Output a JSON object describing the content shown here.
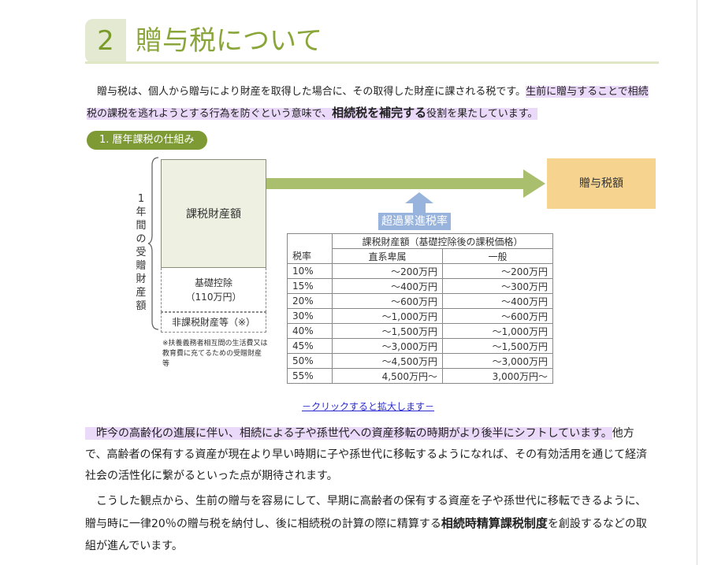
{
  "heading": {
    "number": "2",
    "title": "贈与税について"
  },
  "intro": {
    "s1": "　贈与税は、個人から贈与により財産を取得した場合に、その取得した財産に課される税です。",
    "s2": "生前に贈与することで相続税の課税を逃れようとする行為を防ぐという意味で、",
    "s3": "相続税を補完する",
    "s4": "役割を果たしています。"
  },
  "section": {
    "label": "1. 暦年課税の仕組み"
  },
  "diagram": {
    "vertical_label": "1年間の受贈財産額",
    "taxable_box": "課税財産額",
    "basic_deduction_line1": "基礎控除",
    "basic_deduction_line2": "（110万円）",
    "non_taxable": "非課税財産等（※）",
    "note": "※扶養義務者相互間の生活費又は教育費に充てるための受贈財産　等",
    "gift_tax_box": "贈与税額",
    "progressive_label": "超過累進税率"
  },
  "rate_table": {
    "group_header": "課税財産額（基礎控除後の課税価格）",
    "headers": [
      "税率",
      "直系卑属",
      "一般"
    ],
    "rows": [
      [
        "10%",
        "～200万円",
        "～200万円"
      ],
      [
        "15%",
        "～400万円",
        "～300万円"
      ],
      [
        "20%",
        "～600万円",
        "～400万円"
      ],
      [
        "30%",
        "～1,000万円",
        "～600万円"
      ],
      [
        "40%",
        "～1,500万円",
        "～1,000万円"
      ],
      [
        "45%",
        "～3,000万円",
        "～1,500万円"
      ],
      [
        "50%",
        "～4,500万円",
        "～3,000万円"
      ],
      [
        "55%",
        "4,500万円～",
        "3,000万円～"
      ]
    ]
  },
  "enlarge_link": "－クリックすると拡大します－",
  "para2": {
    "highlight": "　昨今の高齢化の進展に伴い、相続による子や孫世代への資産移転の時期がより後半にシフトしています。",
    "rest": "他方で、高齢者の保有する資産が現在より早い時期に子や孫世代に移転するようになれば、その有効活用を通じて経済社会の活性化に繋がるといった点が期待されます。"
  },
  "para3": {
    "s1": "　こうした観点から、生前の贈与を容易にして、早期に高齢者の保有する資産を子や孫世代に移転できるように、贈与時に一律20％の贈与税を納付し、後に相続税の計算の際に精算する",
    "bold": "相続時精算課税制度",
    "s2": "を創設するなどの取組が進んでいます。"
  },
  "colors": {
    "accent_green": "#8aa63a",
    "highlight_purple": "#ead9f8",
    "gift_box": "#f6d38e",
    "arrow_green": "#a9bf6e",
    "blue_arrow": "#99b4dc"
  }
}
